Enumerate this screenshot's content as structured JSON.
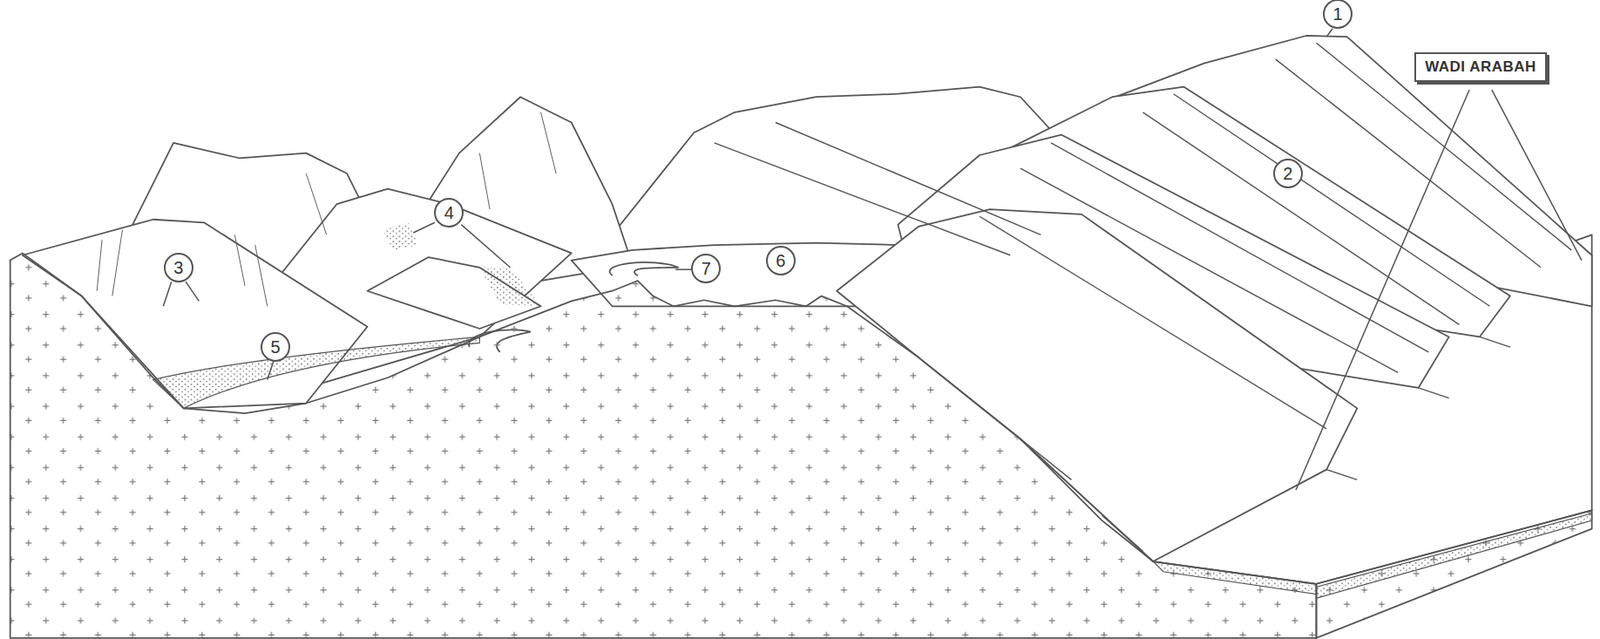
{
  "diagram": {
    "nodes": [
      {
        "text": [
          "WADI ARABAH"
        ]
      }
    ],
    "labels": [
      "1",
      "2",
      "3",
      "4",
      "5",
      "6",
      "7"
    ]
  }
}
